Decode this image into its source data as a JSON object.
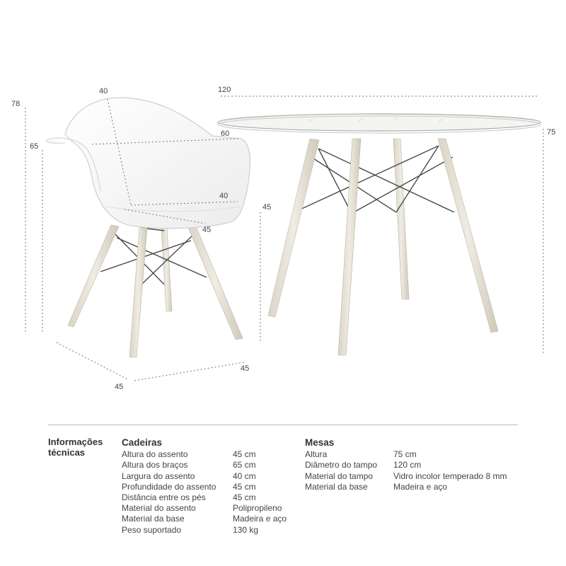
{
  "dimensions": {
    "chair_height": "78",
    "chair_width": "40",
    "arm_height": "65",
    "seat_width": "60",
    "seat_depth": "40",
    "seat_front": "45",
    "seat_height": "45",
    "base_right": "45",
    "base_left": "45",
    "table_diameter": "120",
    "table_height": "75"
  },
  "specs": {
    "section_title": "Informações técnicas",
    "chairs": {
      "title": "Cadeiras",
      "rows": [
        {
          "label": "Altura do assento",
          "value": "45 cm"
        },
        {
          "label": "Altura dos braços",
          "value": "65 cm"
        },
        {
          "label": "Largura do assento",
          "value": "40 cm"
        },
        {
          "label": "Profundidade do assento",
          "value": "45 cm"
        },
        {
          "label": "Distância entre os pés",
          "value": "45 cm"
        },
        {
          "label": "Material do assento",
          "value": "Polipropileno"
        },
        {
          "label": "Material da base",
          "value": "Madeira e aço"
        },
        {
          "label": "Peso suportado",
          "value": "130 kg"
        }
      ]
    },
    "tables": {
      "title": "Mesas",
      "rows": [
        {
          "label": "Altura",
          "value": "75 cm"
        },
        {
          "label": "Diâmetro do tampo",
          "value": "120 cm"
        },
        {
          "label": "Material do tampo",
          "value": "Vidro incolor temperado 8 mm"
        },
        {
          "label": "Material da base",
          "value": "Madeira e aço"
        }
      ]
    }
  }
}
